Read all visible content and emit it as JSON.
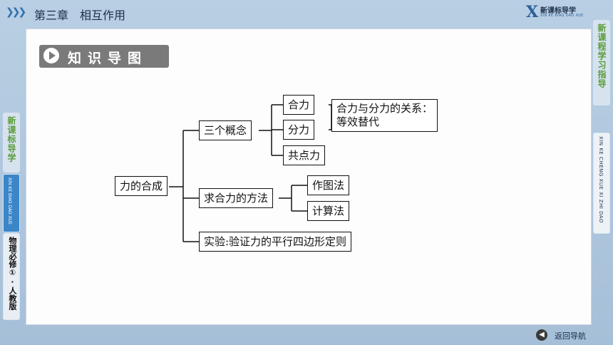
{
  "header": {
    "chapter_title": "第三章　相互作用",
    "brand_cn": "新课标导学",
    "brand_en": "XIN KE BIAO DAO XUE",
    "brand_letter": "X"
  },
  "section_heading": "知识导图",
  "mindmap": {
    "root": "力的合成",
    "branch_concepts": "三个概念",
    "concept_resultant": "合力",
    "concept_component": "分力",
    "relation_line1": "合力与分力的关系：",
    "relation_line2": "等效替代",
    "concept_concurrent": "共点力",
    "branch_method": "求合力的方法",
    "method_graph": "作图法",
    "method_calc": "计算法",
    "branch_experiment": "实验:验证力的平行四边形定则"
  },
  "left_tabs": {
    "tab1": "新课标导学",
    "tab2": "XIN KE BIAO DAO XUE",
    "tab3": "物理必修①·人教版"
  },
  "right_tabs": {
    "tab1": "新课程学习指导",
    "tab2": "XIN KE CHENG XUE XI ZHI DAO"
  },
  "footer": {
    "nav_label": "返回导航"
  },
  "colors": {
    "accent_blue": "#2f6fb0",
    "accent_green": "#5a9c3a",
    "heading_gray": "#7a7a7a"
  }
}
